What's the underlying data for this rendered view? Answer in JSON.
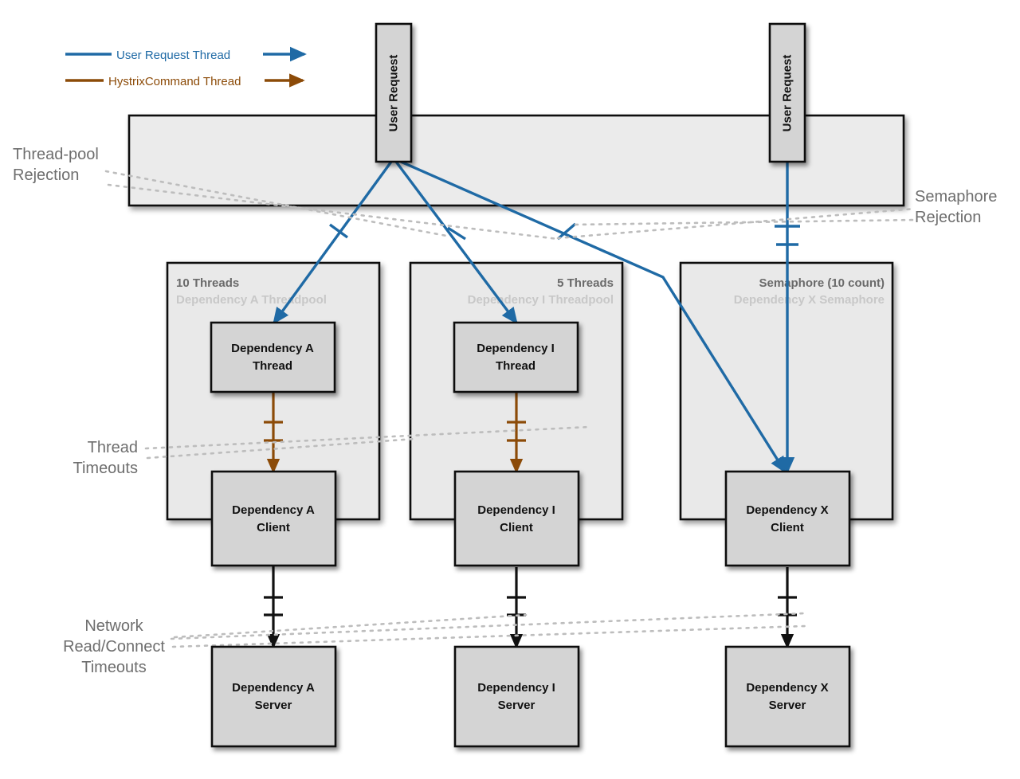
{
  "diagram": {
    "title": "Hystrix Thread-pool and Semaphore Isolation",
    "colors": {
      "user_request_thread": "#1f6aa5",
      "hystrix_command_thread": "#8c4b08",
      "network_thread": "#111111",
      "band_fill": "#ebebeb",
      "group_fill": "#e9e9e9",
      "box_fill": "#d4d4d4",
      "side_label": "#6e6e6e",
      "group_main": "#6a6a6a",
      "group_sub": "#c8c8c8",
      "dotted": "#bdbdbd"
    }
  },
  "legend": {
    "items": [
      {
        "label": "User Request Thread",
        "color": "#1f6aa5",
        "name": "legend-user-request-thread"
      },
      {
        "label": "HystrixCommand Thread",
        "color": "#8c4b08",
        "name": "legend-hystrix-command-thread"
      }
    ]
  },
  "side_labels": {
    "thread_pool_rejection": [
      "Thread-pool",
      "Rejection"
    ],
    "semaphore_rejection": [
      "Semaphore",
      "Rejection"
    ],
    "thread_timeouts": [
      "Thread",
      "Timeouts"
    ],
    "network_timeouts": [
      "Network",
      "Read/Connect",
      "Timeouts"
    ]
  },
  "user_requests": [
    {
      "label": "User Request",
      "name": "user-request-left"
    },
    {
      "label": "User Request",
      "name": "user-request-right"
    }
  ],
  "groups": [
    {
      "name": "group-dependency-a-threadpool",
      "main": "10 Threads",
      "sub": "Dependency A Threadpool",
      "align": "left",
      "kind": "threadpool"
    },
    {
      "name": "group-dependency-i-threadpool",
      "main": "5 Threads",
      "sub": "Dependency I Threadpool",
      "align": "right",
      "kind": "threadpool"
    },
    {
      "name": "group-dependency-x-semaphore",
      "main": "Semaphore (10 count)",
      "sub": "Dependency X Semaphore",
      "align": "right",
      "kind": "semaphore"
    }
  ],
  "nodes": {
    "threads": [
      {
        "name": "node-dependency-a-thread",
        "line1": "Dependency A",
        "line2": "Thread"
      },
      {
        "name": "node-dependency-i-thread",
        "line1": "Dependency I",
        "line2": "Thread"
      }
    ],
    "clients": [
      {
        "name": "node-dependency-a-client",
        "line1": "Dependency A",
        "line2": "Client"
      },
      {
        "name": "node-dependency-i-client",
        "line1": "Dependency I",
        "line2": "Client"
      },
      {
        "name": "node-dependency-x-client",
        "line1": "Dependency X",
        "line2": "Client"
      }
    ],
    "servers": [
      {
        "name": "node-dependency-a-server",
        "line1": "Dependency A",
        "line2": "Server"
      },
      {
        "name": "node-dependency-i-server",
        "line1": "Dependency I",
        "line2": "Server"
      },
      {
        "name": "node-dependency-x-server",
        "line1": "Dependency X",
        "line2": "Server"
      }
    ]
  }
}
